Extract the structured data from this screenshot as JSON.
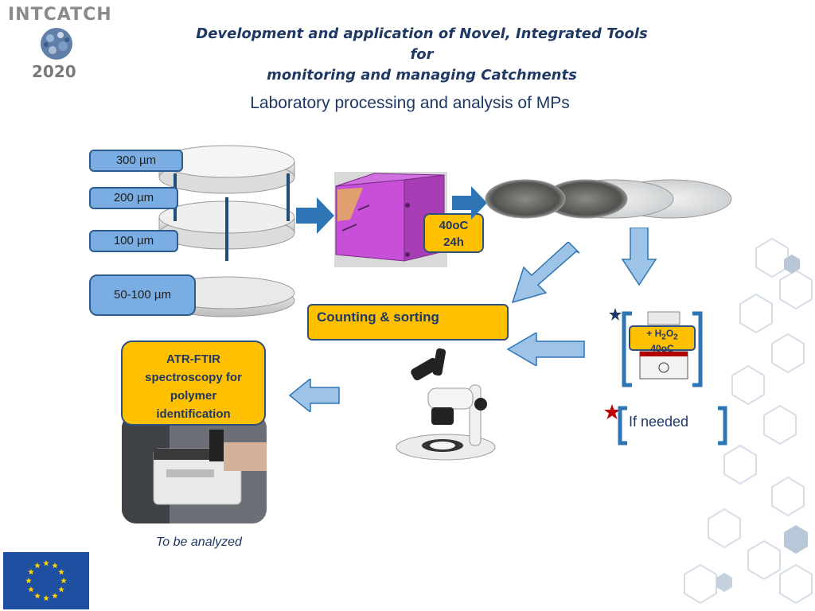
{
  "header": {
    "logo_text": "INTCATCH",
    "logo_year": "2020",
    "title_line1": "Development and application of Novel, Integrated Tools for",
    "title_line2": "monitoring and managing Catchments"
  },
  "slide_title": "Laboratory processing and analysis of MPs",
  "sieves": {
    "labels": [
      "300 µm",
      "200 µm",
      "100 µm",
      "50-100 µm"
    ]
  },
  "oven": {
    "temperature": "40oC",
    "duration": "24h"
  },
  "counting_label": "Counting & sorting",
  "atr_label": {
    "line1": "ATR-FTIR",
    "line2": "spectroscopy  for",
    "line3": "polymer",
    "line4": "identification"
  },
  "digestion": {
    "reagent_prefix": "+ H",
    "reagent_sub1": "2",
    "reagent_mid": "O",
    "reagent_sub2": "2",
    "temperature": "40oC"
  },
  "if_needed_label": "If needed",
  "to_be_analyzed_label": "To be analyzed",
  "colors": {
    "accent_blue": "#2e75b6",
    "label_blue": "#7aaee2",
    "yellow": "#ffc000",
    "title_navy": "#1f3864",
    "oven_magenta": "#c84fd8",
    "arrow_light": "#9dc3e6",
    "star_red": "#c00000"
  },
  "icons": [
    "intcatch-globe-icon",
    "eu-flag-icon",
    "star-icon",
    "microscope-icon",
    "oven-icon",
    "petri-dish-icon"
  ]
}
